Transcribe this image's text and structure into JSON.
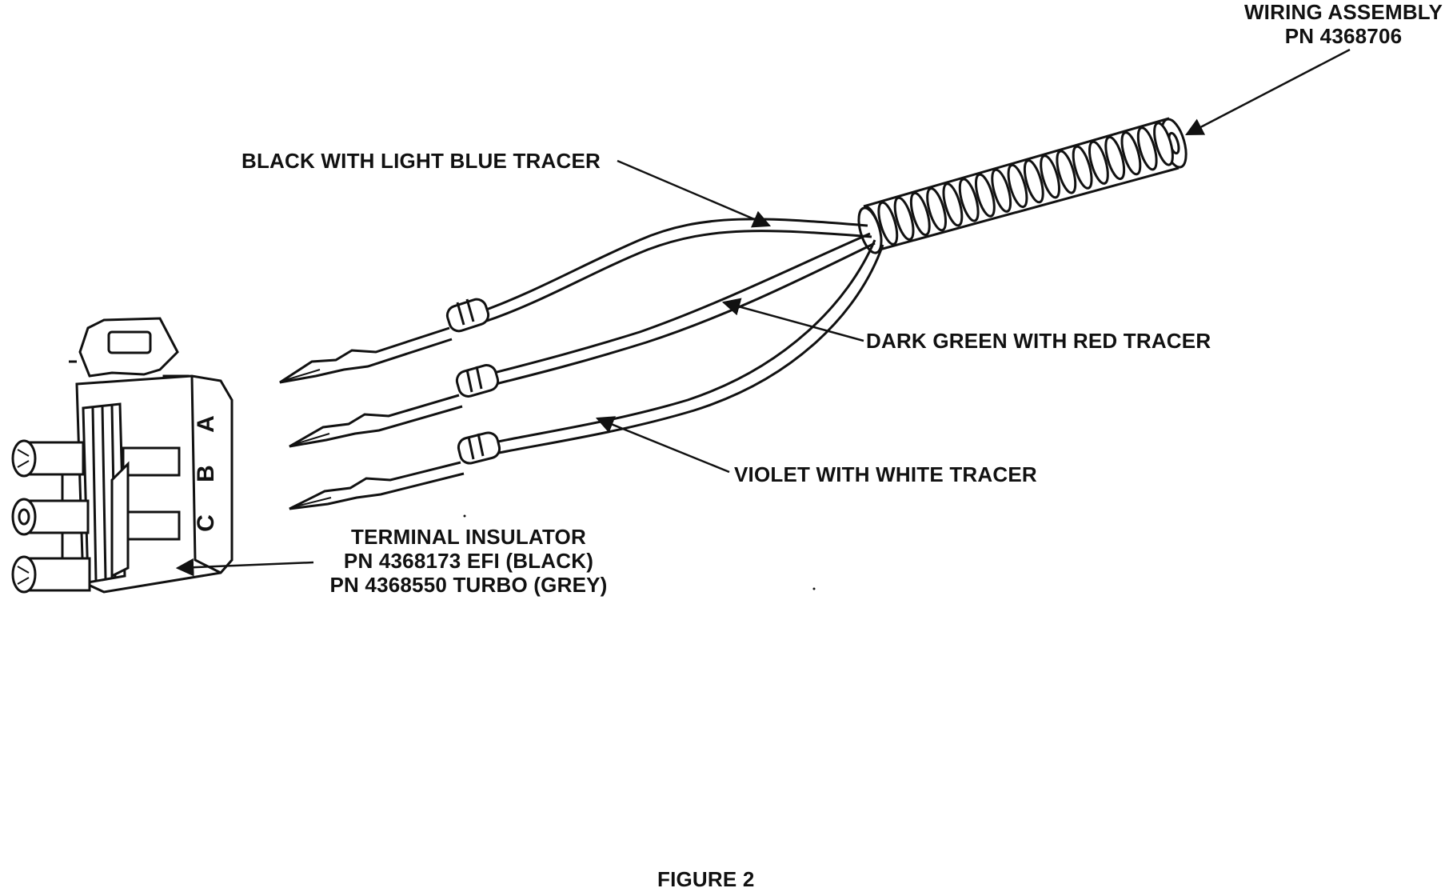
{
  "labels": {
    "wiring_assembly": {
      "line1": "WIRING ASSEMBLY",
      "line2": "PN 4368706"
    },
    "black_wire": "BLACK WITH LIGHT BLUE TRACER",
    "green_wire": "DARK GREEN WITH RED TRACER",
    "violet_wire": "VIOLET WITH WHITE TRACER",
    "terminal_insulator": {
      "line1": "TERMINAL INSULATOR",
      "line2": "PN 4368173 EFI (BLACK)",
      "line3": "PN 4368550 TURBO (GREY)"
    },
    "pin_a": "A",
    "pin_b": "B",
    "pin_c": "C",
    "figure_caption": "FIGURE 2"
  }
}
